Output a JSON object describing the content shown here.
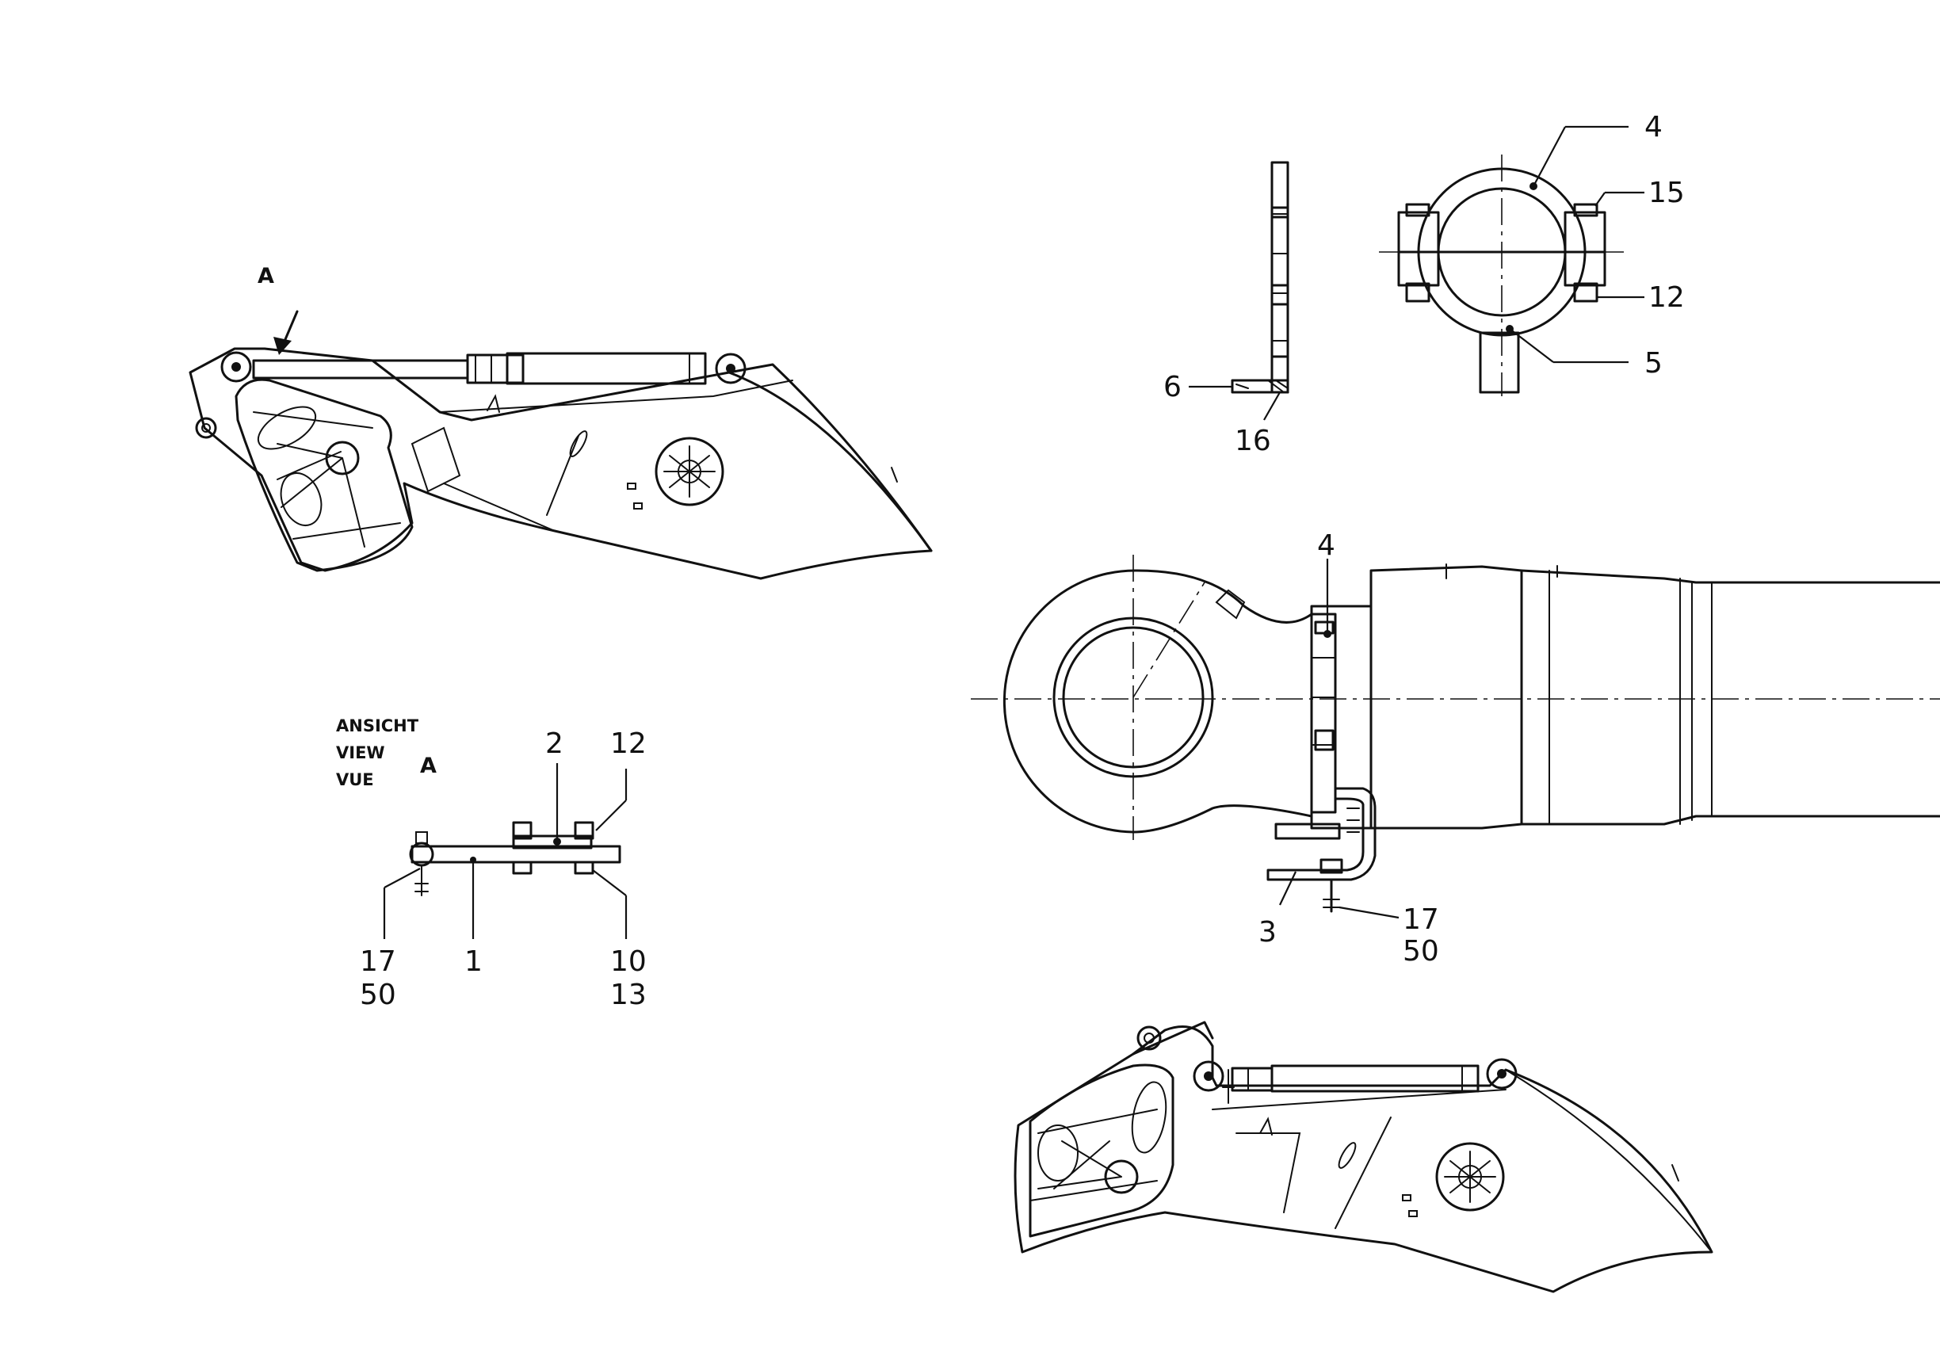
{
  "view_label": {
    "line1": "ANSICHT",
    "line2": "VIEW",
    "line3": "VUE",
    "letter": "A"
  },
  "arrow_label": "A",
  "callouts": {
    "c4_top": "4",
    "c15": "15",
    "c12_top": "12",
    "c5": "5",
    "c6": "6",
    "c16": "16",
    "c4_mid": "4",
    "c3": "3",
    "c17_right": "17",
    "c50_right": "50",
    "c2": "2",
    "c12_left": "12",
    "c17_left": "17",
    "c50_left": "50",
    "c1": "1",
    "c10": "10",
    "c13": "13"
  }
}
